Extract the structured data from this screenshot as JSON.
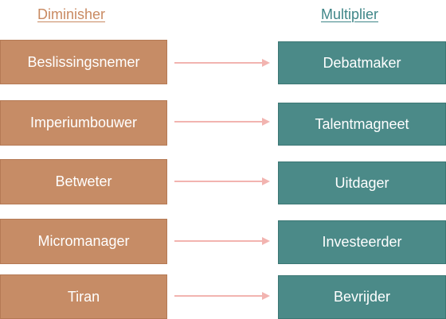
{
  "headers": {
    "diminisher": "Diminisher",
    "multiplier": "Multiplier"
  },
  "colors": {
    "diminisher": "#c68c66",
    "multiplier": "#4b8a88",
    "diminisher_border": "#b57a55",
    "multiplier_border": "#3c7774",
    "arrow": "#f2b4b0",
    "diminisher_header": "#c98a62",
    "multiplier_header": "#3f8688"
  },
  "rows": [
    {
      "diminisher": "Beslissingsnemer",
      "multiplier": "Debatmaker"
    },
    {
      "diminisher": "Imperiumbouwer",
      "multiplier": "Talentmagneet"
    },
    {
      "diminisher": "Betweter",
      "multiplier": "Uitdager"
    },
    {
      "diminisher": "Micromanager",
      "multiplier": "Investeerder"
    },
    {
      "diminisher": "Tiran",
      "multiplier": "Bevrijder"
    }
  ]
}
